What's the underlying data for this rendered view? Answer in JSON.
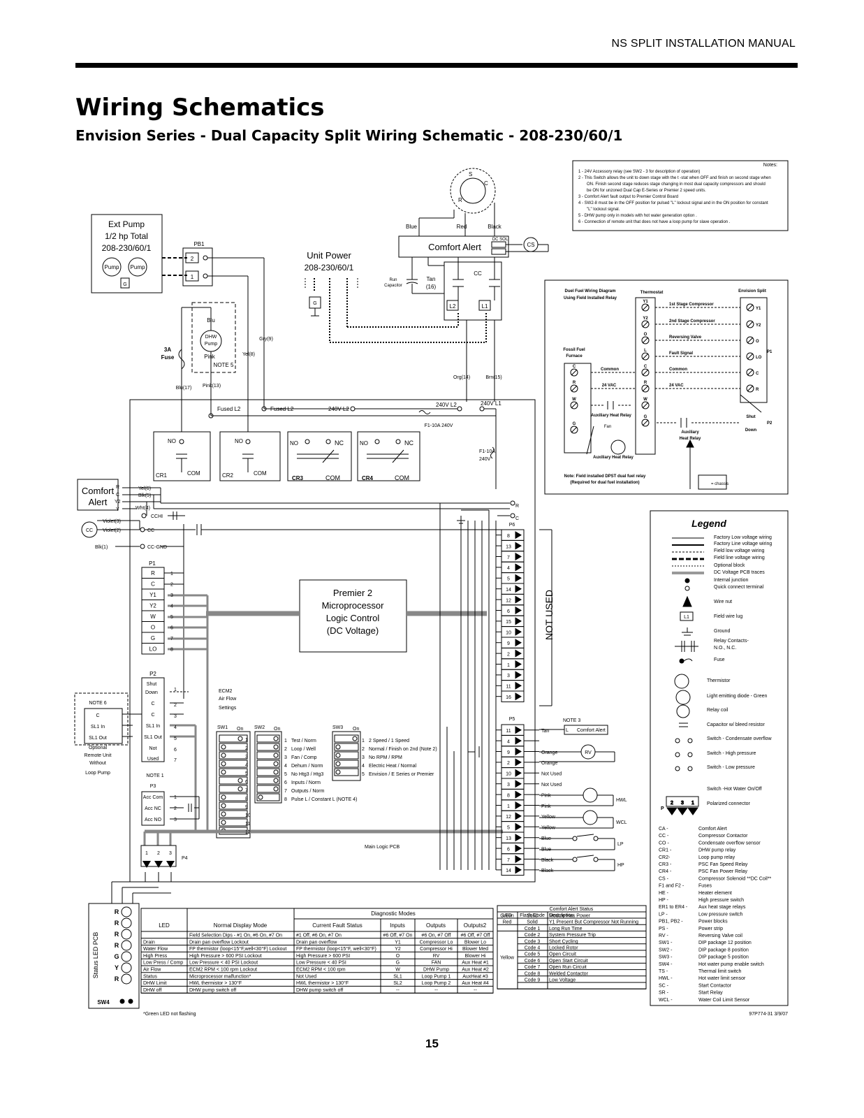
{
  "header": "NS SPLIT INSTALLATION MANUAL",
  "title": "Wiring Schematics",
  "subtitle": "Envision Series - Dual Capacity Split Wiring Schematic - 208-230/60/1",
  "page_number": "15",
  "doc_code": "97P774-31 3/9/07",
  "notes": {
    "heading": "Notes:",
    "lines": [
      "1 - 24V Accessory relay (see SW2 - 3 for description of operation)",
      "2 - This Switch allows the unit to down stage with the t -stat when OFF and finish on second stage when",
      "ON. Finish second stage reduces stage changing in most dual capacity compressors and should",
      "be ON for unzoned Dual Cap E-Series or Premier 2 speed units.",
      "3 - Comfort Alert fault output to Premier Control Board",
      "4 - SW2-8 must be in the OFF position for pulsed \"L\" lockout signal and in the ON position for constant",
      "\"L\" lockout signal.",
      "5 - DHW pump only in models with hot water generation option .",
      "6 - Connection of remote unit that does not have a loop pump for slave operation ."
    ]
  },
  "ext_pump": {
    "l1": "Ext Pump",
    "l2": "1/2 hp Total",
    "l3": "208-230/60/1",
    "pump": "Pump",
    "g": "G"
  },
  "unit_power": {
    "l1": "Unit Power",
    "l2": "208-230/60/1",
    "g": "G"
  },
  "pb1": {
    "name": "PB1",
    "t2": "2",
    "t1": "1"
  },
  "motor": {
    "s": "S",
    "c": "C",
    "r": "R",
    "blue": "Blue",
    "red": "Red",
    "black": "Black"
  },
  "comfort_alert": {
    "label": "Comfort Alert",
    "dc_sol": "DC SOL",
    "cs": "CS"
  },
  "run_cap": {
    "run": "Run",
    "cap": "Capacitor",
    "tan": "Tan",
    "n16": "(16)"
  },
  "cc": {
    "name": "CC",
    "l2": "L2",
    "l1": "L1",
    "org": "Org(14)",
    "brn": "Brn(15)"
  },
  "dhw": {
    "blu": "Blu",
    "dhw": "DHW",
    "pump": "Pump",
    "pink": "Pink",
    "note5": "NOTE 5",
    "gry": "Gry(9)",
    "yel": "Yel(8)",
    "fuse1": "3A",
    "fuse2": "Fuse",
    "blu17": "Blu(17)",
    "pink13": "Pink(13)"
  },
  "board": {
    "fused_l2a": "Fused L2",
    "fused_l2b": "Fused L2",
    "v240_l2": "240V L2",
    "v240_l2b": "240V L2",
    "v240_l1": "240V L1",
    "f1": "F1-10A 240V",
    "f1b_1": "F1-10A",
    "f1b_2": "240V",
    "no": "NO",
    "nc": "NC",
    "com": "COM",
    "cr1": "CR1",
    "cr2": "CR2",
    "cr3": "CR3",
    "cr4": "CR4",
    "premier_1": "Premier 2",
    "premier_2": "Microprocessor",
    "premier_3": "Logic Control",
    "premier_4": "(DC Voltage)",
    "main_pcb": "Main Logic PCB",
    "not_used": "NOT USED",
    "ecm2_1": "ECM2",
    "ecm2_2": "Air Flow",
    "ecm2_3": "Settings"
  },
  "comfort_alert2": {
    "l1": "Comfort",
    "l2": "Alert",
    "r": "R",
    "c": "C",
    "y2": "Y2",
    "y": "Y",
    "yel6": "Yel(6)",
    "blk5": "Blk(5)",
    "wht4": "Wht(4)",
    "cchi": "CCHI",
    "violet3": "Violet(3)",
    "violet2": "Violet(2)",
    "cc": "CC",
    "blk1": "Blk(1)",
    "ccgnd": "CC-GND"
  },
  "p1": {
    "name": "P1",
    "rows": [
      "R",
      "C",
      "Y1",
      "Y2",
      "W",
      "O",
      "G",
      "LO"
    ]
  },
  "p2": {
    "name": "P2",
    "rows": [
      "Shut Down",
      "C",
      "C",
      "SL1 In",
      "SL1 Out",
      "Not",
      "Used"
    ]
  },
  "note6": {
    "title": "NOTE 6",
    "rows": [
      "C",
      "SL1 In",
      "SL1 Out"
    ],
    "cap1": "Optional",
    "cap2": "Remote Unit",
    "cap3": "Without",
    "cap4": "Loop Pump"
  },
  "p3": {
    "note": "NOTE 1",
    "name": "P3",
    "rows": [
      "Acc Com",
      "Acc NC",
      "Acc NO"
    ]
  },
  "p4": {
    "name": "P4"
  },
  "p6": {
    "name": "P6",
    "r": "R",
    "c": "C",
    "pins": [
      "8",
      "13",
      "7",
      "4",
      "5",
      "14",
      "12",
      "6",
      "15",
      "10",
      "9",
      "2",
      "1",
      "3",
      "11",
      "16"
    ]
  },
  "p5": {
    "name": "P5",
    "note3": "NOTE 3",
    "l": "L",
    "ca": "Comfort Alert",
    "pins": [
      "11",
      "4",
      "9",
      "2",
      "10",
      "3",
      "8",
      "1",
      "12",
      "5",
      "13",
      "6",
      "7",
      "14"
    ],
    "wires": [
      "Tan",
      "",
      "Orange",
      "Orange",
      "Not Used",
      "Not Used",
      "Pink",
      "Pink",
      "Yellow",
      "Yellow",
      "Blue",
      "Blue",
      "Black",
      "Black"
    ],
    "rv": "RV",
    "hwl": "HWL",
    "wcl": "WCL",
    "lp": "LP",
    "hp": "HP"
  },
  "sw1": {
    "name": "SW1",
    "on": "On"
  },
  "sw2": {
    "name": "SW2",
    "on": "On",
    "nums": [
      "1",
      "2",
      "3",
      "4",
      "5",
      "6",
      "7",
      "8",
      "9",
      "10",
      "11",
      "12"
    ],
    "desc": [
      "Test / Norm",
      "Loop / Well",
      "Fan / Comp",
      "Dehum / Norm",
      "No Htg3 / Htg3",
      "Inputs / Norm",
      "Outputs / Norm",
      "Pulse L / Constant L (NOTE 4)"
    ]
  },
  "sw3": {
    "name": "SW3",
    "on": "On",
    "desc": [
      "2 Speed / 1 Speed",
      "Normal / Finish on 2nd (Note 2)",
      "No RPM / RPM",
      "Electric Heat / Normal",
      "Envision / E Series or Premier"
    ]
  },
  "dual_fuel": {
    "title1": "Duel Fuel Wiring Diagram",
    "title2": "Using Field Installed Relay",
    "thermostat": "Thermostat",
    "envision": "Envision Split",
    "t_rows": [
      "Y1",
      "Y2",
      "O",
      "L",
      "C",
      "R",
      "W",
      "G"
    ],
    "e_rows": [
      "Y1",
      "Y2",
      "O",
      "LO",
      "C",
      "R"
    ],
    "lines": [
      "1st Stage Compressor",
      "2nd Stage Compressor",
      "Reversing Valve",
      "Fault Signal",
      "Common",
      "24 VAC"
    ],
    "furnace1": "Fossil Fuel",
    "furnace2": "Furnace",
    "common": "Common",
    "vac": "24 VAC",
    "f_rows": [
      "C",
      "R",
      "W",
      "G"
    ],
    "aux_relay": "Auxiliary Heat Relay",
    "fan": "Fan",
    "aux2_1": "Auxiliary",
    "aux2_2": "Heat Relay",
    "shut1": "Shut",
    "shut2": "Down",
    "p1": "P1",
    "p2": "P2",
    "aux3": "Auxiliary Heat Relay",
    "note1": "Note: Field installed DPST dual fuel relay",
    "note2": "(Required for dual fuel installation)",
    "chassis": "= chassis"
  },
  "legend": {
    "title": "Legend",
    "items": [
      "Factory Low voltage wiring",
      "Factory Line voltage wiring",
      "Field low voltage wiring",
      "Field line voltage wiring",
      "Optional block",
      "DC Voltage PCB traces",
      "Internal junction",
      "Quick connect terminal",
      "Wire nut",
      "Field wire lug",
      "Ground",
      "Relay Contacts-",
      "N.O., N.C.",
      "Fuse",
      "Thermistor",
      "Light emitting diode - Green",
      "Relay coil",
      "Capacitor w/ bleed resistor",
      "Switch - Condensate overflow",
      "Switch - High pressure",
      "Switch - Low pressure",
      "Switch -Hot Water On/Off",
      "Polarized connector"
    ],
    "l1": "L1",
    "p": "P",
    "pc_nums": [
      "2",
      "3",
      "1"
    ],
    "abbr": [
      [
        "CA -",
        "Comfort Alert"
      ],
      [
        "CC -",
        "Compressor Contactor"
      ],
      [
        "CO -",
        "Condensate overflow sensor"
      ],
      [
        "CR1 -",
        "DHW pump relay"
      ],
      [
        "CR2-",
        "Loop pump relay"
      ],
      [
        "CR3 -",
        "PSC Fan Speed Relay"
      ],
      [
        "CR4 -",
        "PSC Fan Power Relay"
      ],
      [
        "CS -",
        "Compressor Solenoid **DC Coil**"
      ],
      [
        "F1 and F2 -",
        "Fuses"
      ],
      [
        "HE -",
        "Heater element"
      ],
      [
        "HP -",
        "High pressure switch"
      ],
      [
        "ER1 to ER4 -",
        "Aux heat stage relays"
      ],
      [
        "LP -",
        "Low pressure switch"
      ],
      [
        "PB1, PB2 -",
        "Power blocks"
      ],
      [
        "PS -",
        "Power strip"
      ],
      [
        "RV -",
        "Reversing Valve coil"
      ],
      [
        "SW1 -",
        "DIP package 12 position"
      ],
      [
        "SW2 -",
        "DIP package 8 position"
      ],
      [
        "SW3 -",
        "DIP package 5 position"
      ],
      [
        "SW4 -",
        "Hot water pump enable switch"
      ],
      [
        "TS -",
        "Thermal limit switch"
      ],
      [
        "HWL -",
        "Hot water limit sensor"
      ],
      [
        "SC -",
        "Start Contactor"
      ],
      [
        "SR -",
        "Start Relay"
      ],
      [
        "WCL -",
        "Water Coil Limit Sensor"
      ]
    ]
  },
  "status_pcb": {
    "label": "Status LED PCB",
    "leds": [
      "R",
      "R",
      "R",
      "R",
      "G",
      "Y",
      "R"
    ],
    "sw4": "SW4"
  },
  "diag_table": {
    "header_diag": "Diagnostic Modes",
    "headers": [
      "LED",
      "Normal Display Mode",
      "Current Fault Status",
      "Inputs",
      "Outputs",
      "Outputs2"
    ],
    "rows": [
      [
        "",
        "Field Selection Dips - #1 On, #6 On, #7 On",
        "#1 Off, #6 On, #7 On",
        "#6 Off, #7 On",
        "#6 On, #7 Off",
        "#6 Off, #7 Off"
      ],
      [
        "Drain",
        "Drain pan overflow Lockout",
        "Drain pan overflow",
        "Y1",
        "Compressor Lo",
        "Blower Lo"
      ],
      [
        "Water Flow",
        "FP thermistor (loop<15°F,well<30°F) Lockout",
        "FP thermistor (loop<15°F, well<30°F)",
        "Y2",
        "Compressor Hi",
        "Blower Med"
      ],
      [
        "High Press",
        "High Pressure > 600 PSI Lockout",
        "High Pressure > 600 PSI",
        "O",
        "RV",
        "Blower Hi"
      ],
      [
        "Low Press / Comp",
        "Low Pressure < 40 PSI Lockout",
        "Low Pressure < 40 PSI",
        "G",
        "FAN",
        "Aux Heat #1"
      ],
      [
        "Air Flow",
        "ECM2 RPM < 100 rpm Lockout",
        "ECM2 RPM < 100 rpm",
        "W",
        "DHW Pump",
        "Aux Heat #2"
      ],
      [
        "Status",
        "Microprocessor malfunction*",
        "Not Used",
        "SL1",
        "Loop Pump 1",
        "AuxHeat #3"
      ],
      [
        "DHW Limit",
        "HWL thermistor > 130°F",
        "HWL thermistor > 130°F",
        "SL2",
        "Loop Pump 2",
        "Aux Heat #4"
      ],
      [
        "DHW off",
        "DHW pump switch off",
        "DHW pump switch off",
        "--",
        "--",
        "--"
      ]
    ],
    "footnote": "*Green LED not flashing"
  },
  "ca_table": {
    "title": "Comfort Alert Status",
    "headers": [
      "LED",
      "Flash Code",
      "Description"
    ],
    "rows": [
      [
        "Green",
        "Solid",
        "Module Has Power"
      ],
      [
        "Red",
        "Solid",
        "Y1 Present But Compressor Not Running"
      ],
      [
        "",
        "Code 1",
        "Long Run Time"
      ],
      [
        "",
        "Code 2",
        "System Pressure Trip"
      ],
      [
        "",
        "Code 3",
        "Short Cycling"
      ],
      [
        "",
        "Code 4",
        "Locked Rotor"
      ],
      [
        "Yellow",
        "Code 5",
        "Open Circuit"
      ],
      [
        "",
        "Code 6",
        "Open Start Circuit"
      ],
      [
        "",
        "Code 7",
        "Open Run Circuit"
      ],
      [
        "",
        "Code 8",
        "Welded Contactor"
      ],
      [
        "",
        "Code 9",
        "Low Voltage"
      ]
    ]
  }
}
